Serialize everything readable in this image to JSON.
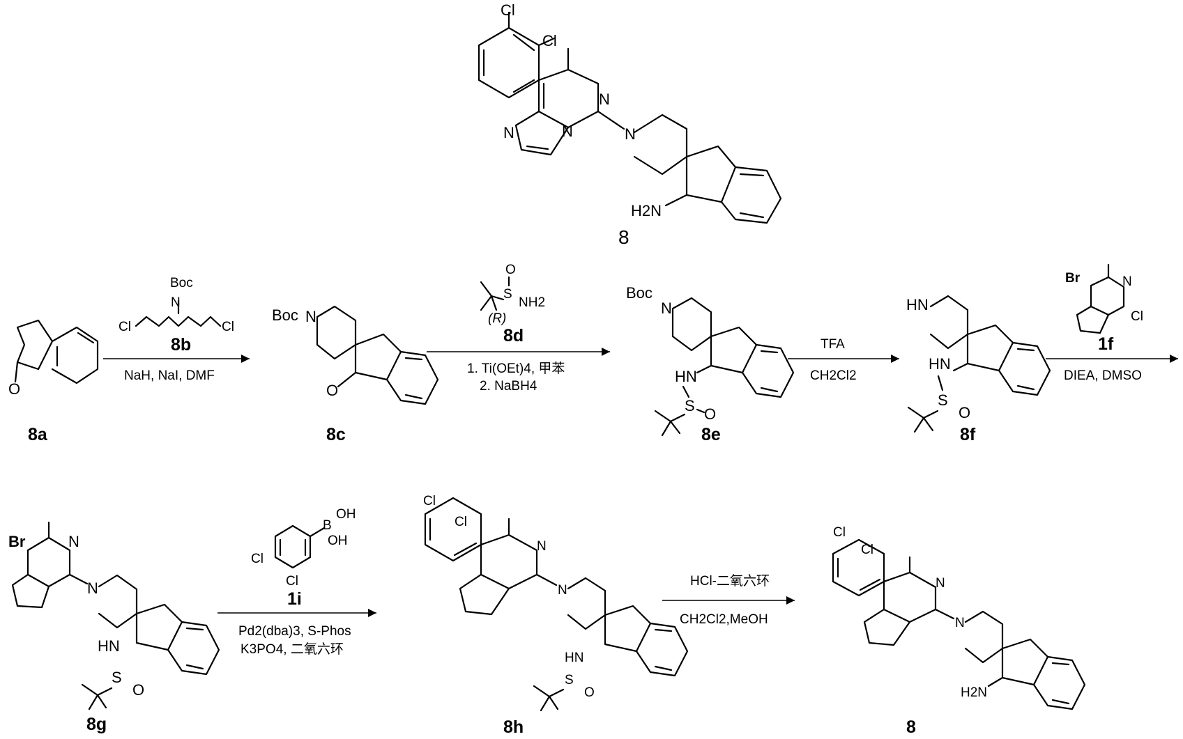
{
  "labels": {
    "target": "8",
    "s8a": "8a",
    "s8c": "8c",
    "s8e": "8e",
    "s8f": "8f",
    "s8g": "8g",
    "s8h": "8h",
    "s8": "8"
  },
  "reagents": {
    "r1": {
      "compound": "8b",
      "conditions": "NaH, NaI, DMF"
    },
    "r2": {
      "compound": "8d",
      "line1": "1. Ti(OEt)4, 甲苯",
      "line2": "2. NaBH4"
    },
    "r3": {
      "line1": "TFA",
      "line2": "CH2Cl2"
    },
    "r4": {
      "compound": "1f",
      "conditions": "DIEA, DMSO"
    },
    "r5": {
      "compound": "1i",
      "line1": "Pd2(dba)3, S-Phos",
      "line2": "K3PO4, 二氧六环"
    },
    "r6": {
      "line1": "HCl-二氧六环",
      "line2": "CH2Cl2,MeOH"
    }
  },
  "atoms": {
    "cl": "Cl",
    "n": "N",
    "o": "O",
    "s": "S",
    "br": "Br",
    "boc": "Boc",
    "hn": "HN",
    "h2n": "H2N",
    "nh2": "NH2",
    "oh": "OH",
    "b": "B",
    "r_config": "(R)"
  },
  "colors": {
    "ink": "#000000",
    "background": "#ffffff"
  }
}
